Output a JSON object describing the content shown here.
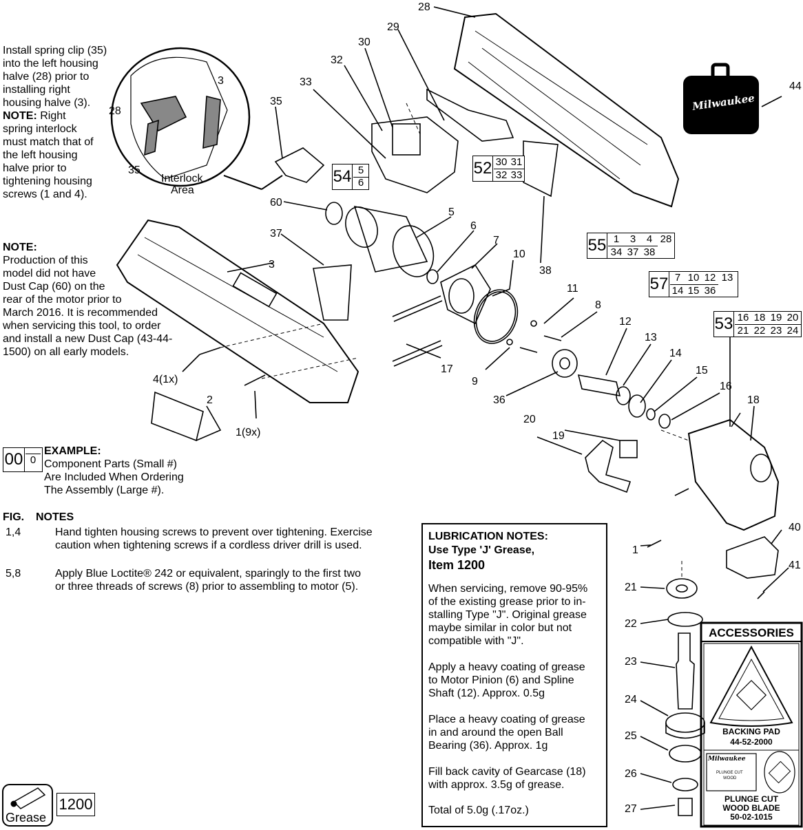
{
  "install_note": {
    "lines": [
      "Install spring clip (35)",
      "into the left housing",
      "halve (28) prior to",
      "installing right",
      "housing halve (3)."
    ],
    "note_label": "NOTE:",
    "note_first": " Right",
    "note_lines": [
      "spring  interlock",
      "must match that of",
      "the left housing",
      "halve prior to",
      "tightening housing",
      "screws (1 and 4)."
    ]
  },
  "inset_labels": {
    "left_housing": "28",
    "right_housing": "3",
    "spring_clip": "35",
    "interlock": "Interlock",
    "area": "Area"
  },
  "dust_cap_note": {
    "title": "NOTE:",
    "lines": [
      "Production of this",
      "model did not have",
      "Dust Cap (60) on the",
      "rear of the motor prior to",
      "March 2016. It is recommended",
      "when servicing this tool, to order",
      "and install a new Dust Cap (43-44-",
      "1500) on all early models."
    ]
  },
  "example": {
    "big": "00",
    "small": "0",
    "title": "EXAMPLE:",
    "line1": "Component Parts (Small #)",
    "line2": "Are Included When Ordering",
    "line3": "The Assembly (Large #)."
  },
  "fig_notes": {
    "col1": "FIG.",
    "col2": "NOTES",
    "items": [
      {
        "fig": "1,4",
        "line1": "Hand tighten housing screws to prevent over tightening. Exercise",
        "line2": "caution when tightening screws if a cordless driver drill is used."
      },
      {
        "fig": "5,8",
        "line1": "Apply Blue Loctite® 242 or equivalent, sparingly to the first two",
        "line2": "or three threads of screws (8) prior to assembling to motor (5)."
      }
    ]
  },
  "lubrication": {
    "title1": "LUBRICATION NOTES:",
    "title2": "Use Type 'J' Grease,",
    "title3": "Item 1200",
    "p1": [
      "When servicing, remove 90-95%",
      "of the existing grease prior to in-",
      "stalling Type \"J\". Original grease",
      "maybe similar in color but not",
      "compatible with \"J\"."
    ],
    "p2": [
      "Apply a heavy coating of grease",
      "to Motor Pinion (6) and Spline",
      "Shaft (12). Approx. 0.5g"
    ],
    "p3": [
      "Place a heavy coating of grease",
      "in and around the open Ball",
      "Bearing (36). Approx. 1g"
    ],
    "p4": [
      "Fill back cavity of Gearcase (18)",
      "with approx. 3.5g of grease."
    ],
    "p5": [
      "Total of 5.0g (.17oz.)"
    ]
  },
  "grease": {
    "label": "Grease",
    "number": "1200"
  },
  "case": {
    "brand": "Milwaukee",
    "number": "44"
  },
  "accessories": {
    "title": "ACCESSORIES",
    "item1_name": "BACKING PAD",
    "item1_part": "44-52-2000",
    "item2_name1": "PLUNGE CUT",
    "item2_name2": "WOOD BLADE",
    "item2_part": "50-02-1015",
    "blade_brand": "Milwaukee",
    "blade_text1": "PLUNGE CUT",
    "blade_text2": "WOOD"
  },
  "assemblies": [
    {
      "id": "a54",
      "big": "54",
      "parts": [
        "5",
        "6"
      ]
    },
    {
      "id": "a52",
      "big": "52",
      "parts": [
        "30",
        "31",
        "32",
        "33"
      ]
    },
    {
      "id": "a55",
      "big": "55",
      "parts": [
        "1",
        "3",
        "4",
        "28",
        "34",
        "37",
        "38"
      ]
    },
    {
      "id": "a57",
      "big": "57",
      "parts": [
        "7",
        "10",
        "12",
        "13",
        "14",
        "15",
        "36"
      ]
    },
    {
      "id": "a53",
      "big": "53",
      "parts": [
        "16",
        "18",
        "19",
        "20",
        "21",
        "22",
        "23",
        "24"
      ]
    }
  ],
  "callouts": {
    "c28": "28",
    "c29": "29",
    "c30": "30",
    "c32": "32",
    "c33": "33",
    "c35": "35",
    "c60": "60",
    "c5": "5",
    "c6": "6",
    "c7": "7",
    "c10": "10",
    "c37": "37",
    "c3": "3",
    "c38": "38",
    "c11": "11",
    "c8": "8",
    "c12": "12",
    "c13": "13",
    "c14": "14",
    "c15": "15",
    "c16": "16",
    "c17": "17",
    "c9": "9",
    "c36": "36",
    "c4": "4(1x)",
    "c2": "2",
    "c1": "1(9x)",
    "c20": "20",
    "c19": "19",
    "c18": "18",
    "c1b": "1",
    "c40": "40",
    "c41": "41",
    "c21": "21",
    "c22": "22",
    "c23": "23",
    "c24": "24",
    "c25": "25",
    "c26": "26",
    "c27": "27"
  }
}
